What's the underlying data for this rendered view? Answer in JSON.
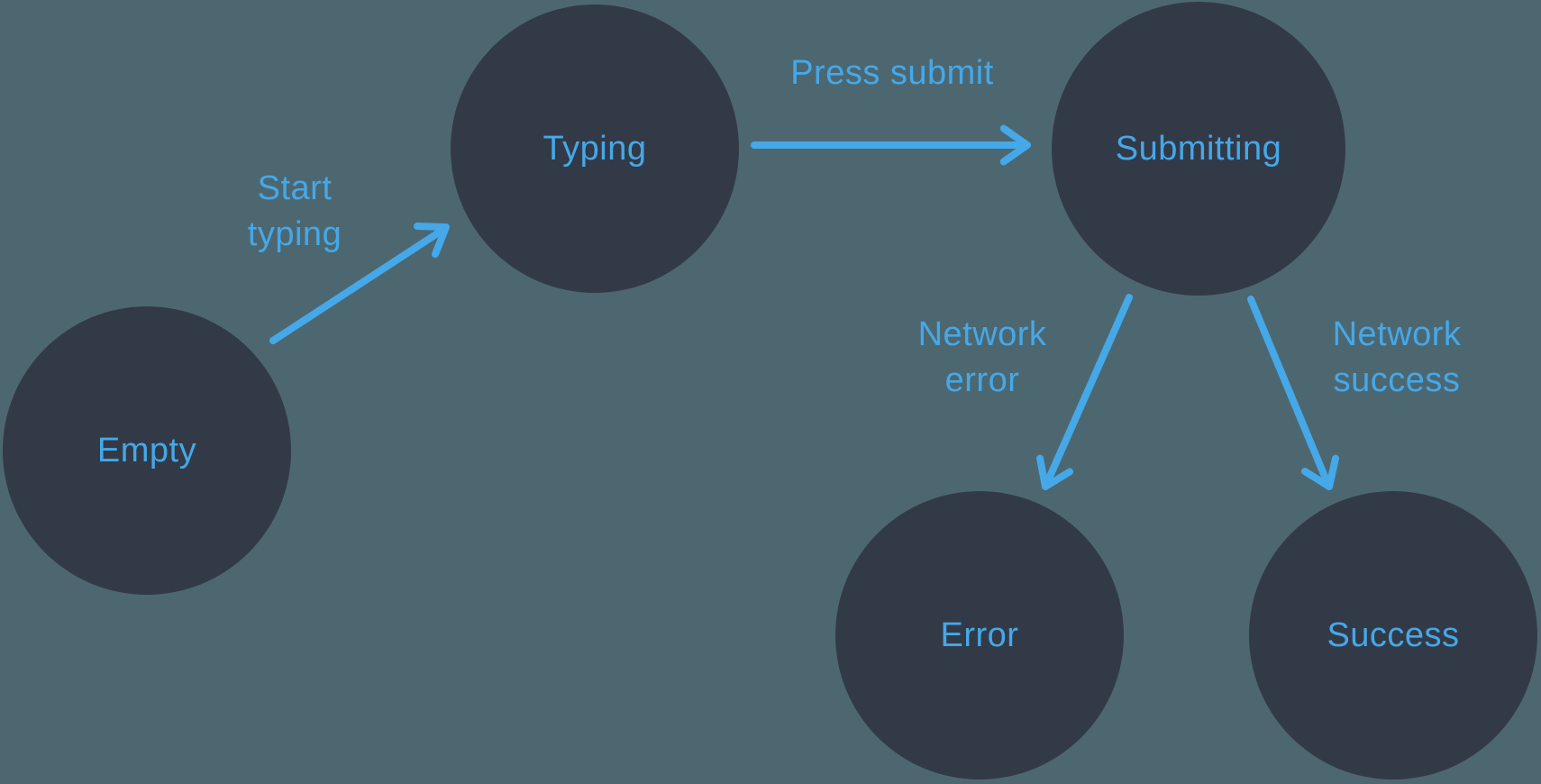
{
  "colors": {
    "background": "#4D6771",
    "node": "#333A47",
    "accent": "#45A8E8"
  },
  "states": [
    {
      "label": "Empty"
    },
    {
      "label": "Typing"
    },
    {
      "label": "Submitting"
    },
    {
      "label": "Error"
    },
    {
      "label": "Success"
    }
  ],
  "transitions": [
    {
      "label": "Start typing",
      "from": "Empty",
      "to": "Typing"
    },
    {
      "label": "Press submit",
      "from": "Typing",
      "to": "Submitting"
    },
    {
      "label": "Network error",
      "from": "Submitting",
      "to": "Error"
    },
    {
      "label": "Network success",
      "from": "Submitting",
      "to": "Success"
    }
  ]
}
